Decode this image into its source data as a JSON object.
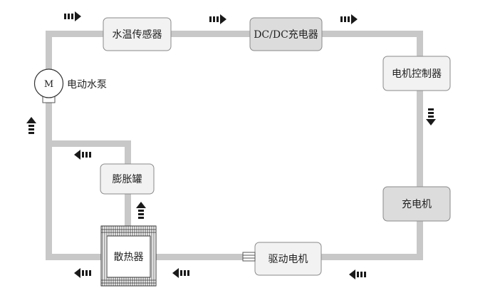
{
  "components": {
    "water_temp_sensor": "水温传感器",
    "dcdc_charger": "DC/DC充电器",
    "motor_controller": "电机控制器",
    "charger": "充电机",
    "drive_motor": "驱动电机",
    "radiator": "散热器",
    "expansion_tank": "膨胀罐",
    "electric_pump": "电动水泵"
  },
  "pump_symbol": "M",
  "colors": {
    "pipe": "#c8c8c8",
    "box_light": "#f2f2f2",
    "box_dark": "#dcdcdc",
    "arrow": "#1a1a1a"
  },
  "flow_arrows": [
    {
      "direction": "right",
      "location": "top-left"
    },
    {
      "direction": "right",
      "location": "top-middle"
    },
    {
      "direction": "right",
      "location": "top-right"
    },
    {
      "direction": "down",
      "location": "right-side"
    },
    {
      "direction": "left",
      "location": "bottom-right"
    },
    {
      "direction": "left",
      "location": "bottom-middle"
    },
    {
      "direction": "left",
      "location": "bottom-left"
    },
    {
      "direction": "up",
      "location": "left-side"
    },
    {
      "direction": "left",
      "location": "tank-branch"
    },
    {
      "direction": "up",
      "location": "radiator-to-tank"
    }
  ]
}
